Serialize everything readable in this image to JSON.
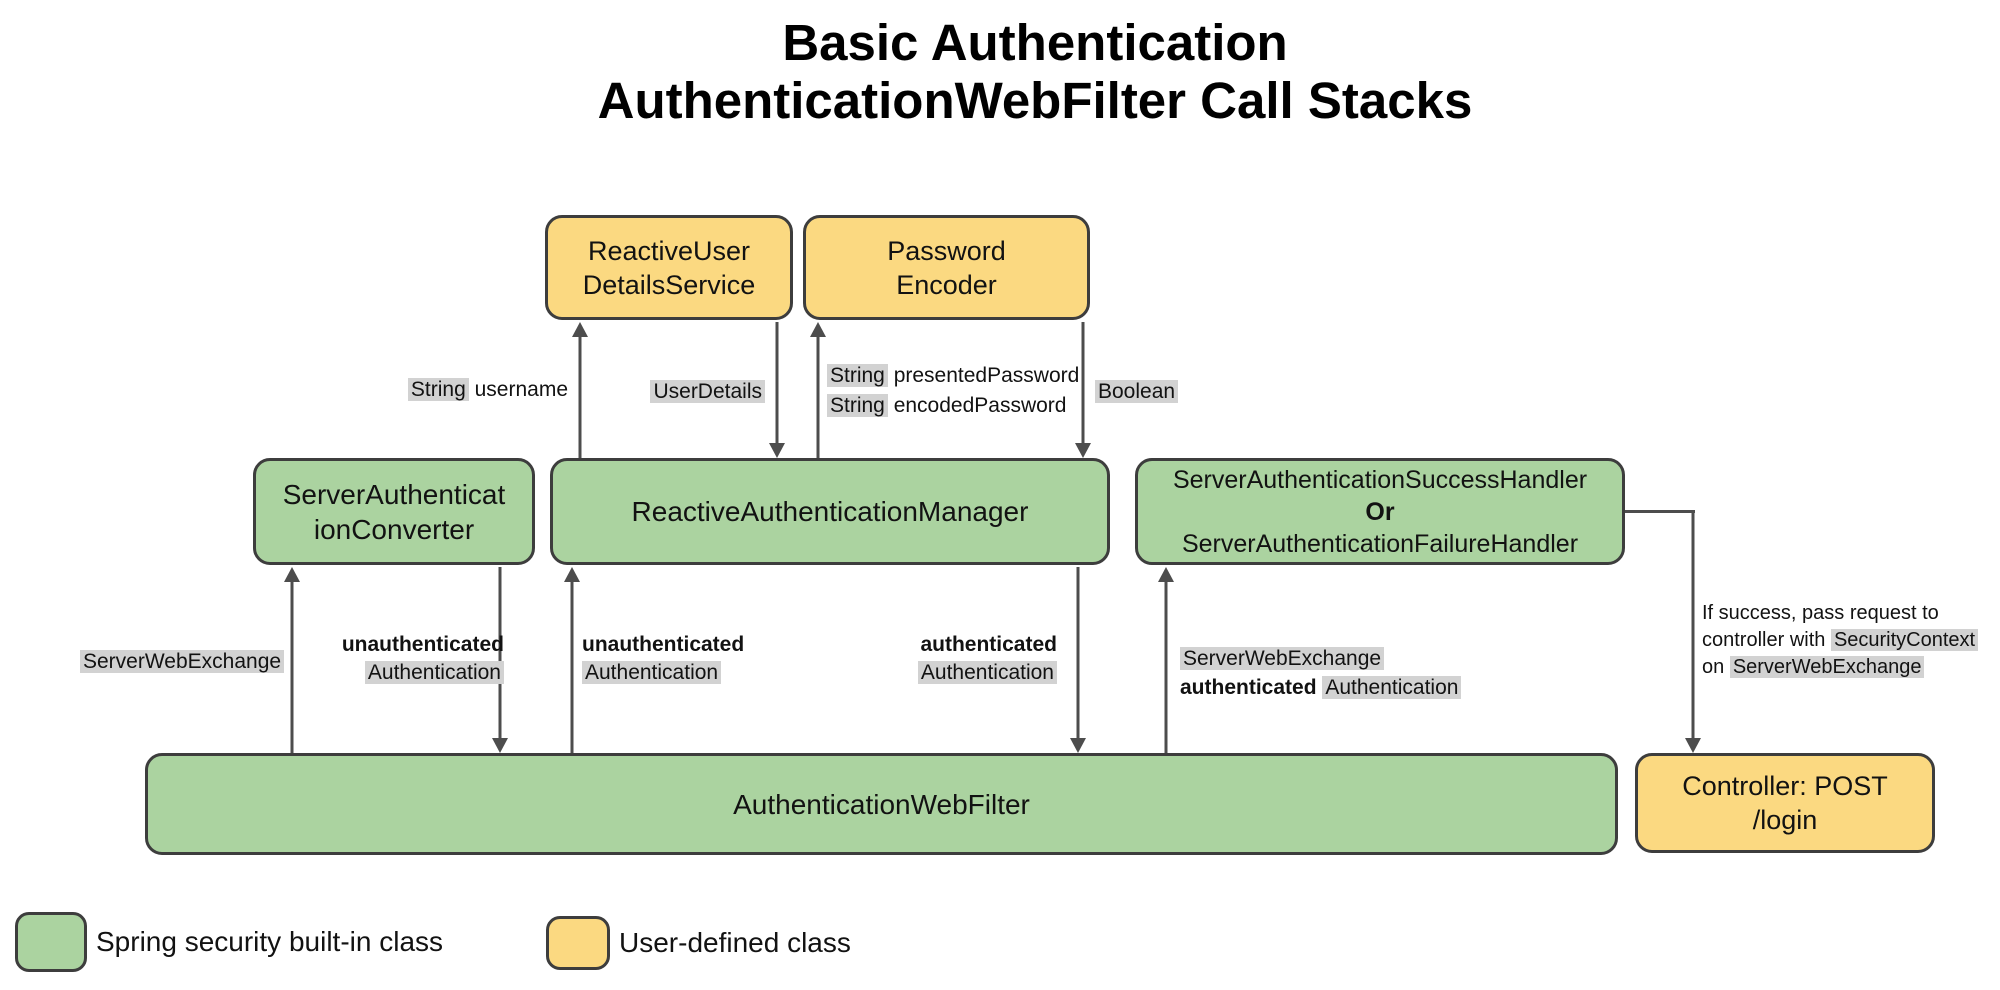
{
  "title": {
    "line1": "Basic Authentication",
    "line2": "AuthenticationWebFilter Call Stacks"
  },
  "colors": {
    "spring_green": "#abd3a0",
    "user_yellow": "#fbd981",
    "box_border": "#3d3d3d",
    "arrow_gray": "#4d4d4d",
    "label_highlight": "#d2d2d2"
  },
  "boxes": {
    "reactive_user_details_service": {
      "line1": "ReactiveUser",
      "line2": "DetailsService"
    },
    "password_encoder": {
      "line1": "Password",
      "line2": "Encoder"
    },
    "server_authentication_converter": {
      "line1": "ServerAuthenticat",
      "line2": "ionConverter"
    },
    "reactive_authentication_manager": {
      "label": "ReactiveAuthenticationManager"
    },
    "handler": {
      "line1": "ServerAuthenticationSuccessHandler",
      "line2": "Or",
      "line3": "ServerAuthenticationFailureHandler"
    },
    "authentication_web_filter": {
      "label": "AuthenticationWebFilter"
    },
    "controller": {
      "line1": "Controller: POST",
      "line2": "/login"
    }
  },
  "edge_labels": {
    "username": {
      "hl": "String",
      "rest": " username"
    },
    "user_details": {
      "hl": "UserDetails"
    },
    "passwords": {
      "line1_hl": "String",
      "line1_rest": " presentedPassword",
      "line2_hl": "String",
      "line2_rest": " encodedPassword"
    },
    "boolean": {
      "hl": "Boolean"
    },
    "server_web_exchange": {
      "hl": "ServerWebExchange"
    },
    "unauth_converter": {
      "bold": "unauthenticated",
      "hl": "Authentication"
    },
    "unauth_manager": {
      "bold": "unauthenticated",
      "hl": "Authentication"
    },
    "auth_manager": {
      "bold": "authenticated",
      "hl": "Authentication"
    },
    "swe_auth": {
      "hl1": "ServerWebExchange",
      "bold": "authenticated ",
      "hl2": "Authentication"
    },
    "if_success": {
      "line1": "If success, pass request to",
      "line2_pre": "controller with ",
      "line2_hl": "SecurityContext",
      "line3_pre": "on ",
      "line3_hl": "ServerWebExchange"
    }
  },
  "legend": {
    "builtin": "Spring security built-in class",
    "user_defined": "User-defined class"
  }
}
